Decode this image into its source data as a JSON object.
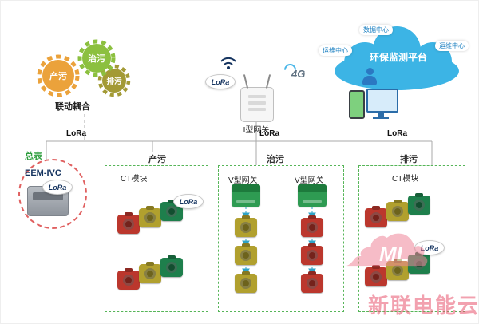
{
  "gears": {
    "caption": "联动耦合",
    "items": [
      {
        "label": "产污",
        "color": "#eba23b"
      },
      {
        "label": "治污",
        "color": "#8cc03f"
      },
      {
        "label": "排污",
        "color": "#a39a35"
      }
    ]
  },
  "gateway": {
    "label": "I型网关",
    "lora": "LoRa",
    "badge_4g": "4G"
  },
  "cloud": {
    "platform": "环保监测平台",
    "badge_top": "数据中心",
    "badge_left": "运维中心",
    "badge_right": "运维中心"
  },
  "bus": {
    "lora_left": "LoRa",
    "lora_mid": "LoRa",
    "lora_right": "LoRa"
  },
  "master": {
    "title": "总表",
    "device": "EEM-IVC",
    "lora": "LoRa"
  },
  "zones": {
    "produce": {
      "label": "产污",
      "module": "CT模块",
      "lora": "LoRa"
    },
    "treat": {
      "label": "治污",
      "gateway_left": "V型网关",
      "gateway_right": "V型网关"
    },
    "discharge": {
      "label": "排污",
      "module": "CT模块",
      "lora": "LoRa"
    }
  },
  "watermark": {
    "logo": "ML",
    "brand": "新联电能云"
  },
  "colors": {
    "cloud_blue": "#3cb4e5",
    "zone_green": "#56b558",
    "alert_red": "#e06060",
    "arrow_teal": "#2fa3c7"
  }
}
